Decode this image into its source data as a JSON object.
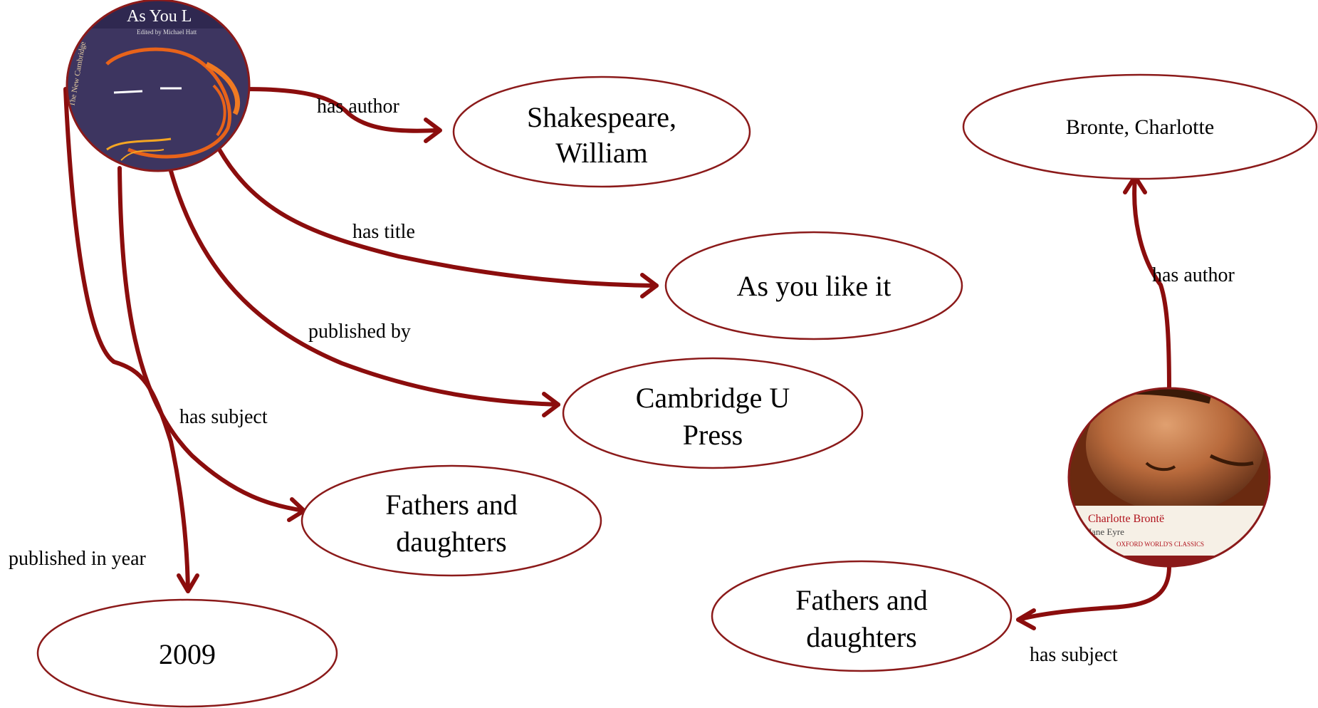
{
  "colors": {
    "edge": "#8b0d0d",
    "node_border": "#8b1a1a"
  },
  "book1": {
    "cover_text": "As You L",
    "cover_subtext": "Edited by Michael Hatt",
    "spine_text": "The New Cambridge",
    "edges": {
      "author": "has author",
      "title": "has  title",
      "publisher": "published  by",
      "subject": "has  subject",
      "year": "published  in  year"
    },
    "nodes": {
      "author_line1": "Shakespeare,",
      "author_line2": "William",
      "title": "As you like it",
      "publisher_line1": "Cambridge U",
      "publisher_line2": "Press",
      "subject_line1": "Fathers and",
      "subject_line2": "daughters",
      "year": "2009"
    }
  },
  "book2": {
    "cover_author": "Charlotte Brontë",
    "cover_title": "Jane Eyre",
    "cover_series": "OXFORD WORLD'S CLASSICS",
    "edges": {
      "author": "has author",
      "subject": "has  subject"
    },
    "nodes": {
      "author": "Bronte, Charlotte",
      "subject_line1": "Fathers and",
      "subject_line2": "daughters"
    }
  }
}
